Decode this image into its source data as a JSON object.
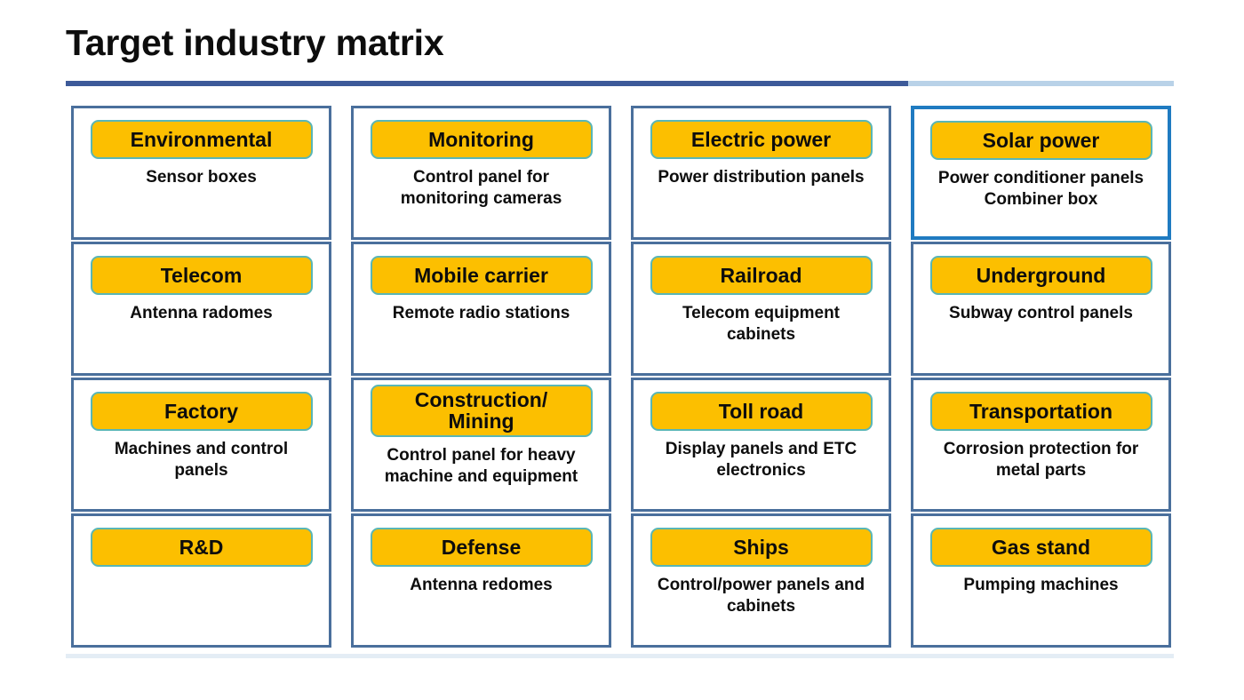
{
  "header": {
    "title": "Target industry matrix",
    "rule_dark_color": "#3d5a99",
    "rule_light_color": "#b9d2e8"
  },
  "theme": {
    "pill_fill": "#fcbf00",
    "pill_border": "#59b6b6",
    "card_border": "#4a6f9c",
    "card_border_highlight": "#1f7bc1",
    "text_color": "#0d0d0d"
  },
  "matrix": {
    "columns": 4,
    "rows": 4,
    "cards": [
      {
        "title": "Environmental",
        "desc": "Sensor boxes",
        "highlight": false,
        "two_line_title": false
      },
      {
        "title": "Monitoring",
        "desc": "Control panel for\nmonitoring cameras",
        "highlight": false,
        "two_line_title": false
      },
      {
        "title": "Electric power",
        "desc": "Power distribution panels",
        "highlight": false,
        "two_line_title": false
      },
      {
        "title": "Solar power",
        "desc": "Power conditioner panels\nCombiner box",
        "highlight": true,
        "two_line_title": false
      },
      {
        "title": "Telecom",
        "desc": "Antenna radomes",
        "highlight": false,
        "two_line_title": false
      },
      {
        "title": "Mobile carrier",
        "desc": "Remote radio stations",
        "highlight": false,
        "two_line_title": false
      },
      {
        "title": "Railroad",
        "desc": "Telecom equipment\ncabinets",
        "highlight": false,
        "two_line_title": false
      },
      {
        "title": "Underground",
        "desc": "Subway control panels",
        "highlight": false,
        "two_line_title": false
      },
      {
        "title": "Factory",
        "desc": "Machines and control\npanels",
        "highlight": false,
        "two_line_title": false
      },
      {
        "title": "Construction/\nMining",
        "desc": "Control panel for heavy\nmachine and equipment",
        "highlight": false,
        "two_line_title": true
      },
      {
        "title": "Toll road",
        "desc": "Display panels and ETC\nelectronics",
        "highlight": false,
        "two_line_title": false
      },
      {
        "title": "Transportation",
        "desc": "Corrosion protection for\nmetal parts",
        "highlight": false,
        "two_line_title": false
      },
      {
        "title": "R&D",
        "desc": "",
        "highlight": false,
        "two_line_title": false
      },
      {
        "title": "Defense",
        "desc": "Antenna redomes",
        "highlight": false,
        "two_line_title": false
      },
      {
        "title": "Ships",
        "desc": "Control/power panels and\ncabinets",
        "highlight": false,
        "two_line_title": false
      },
      {
        "title": "Gas stand",
        "desc": "Pumping machines",
        "highlight": false,
        "two_line_title": false
      }
    ]
  }
}
